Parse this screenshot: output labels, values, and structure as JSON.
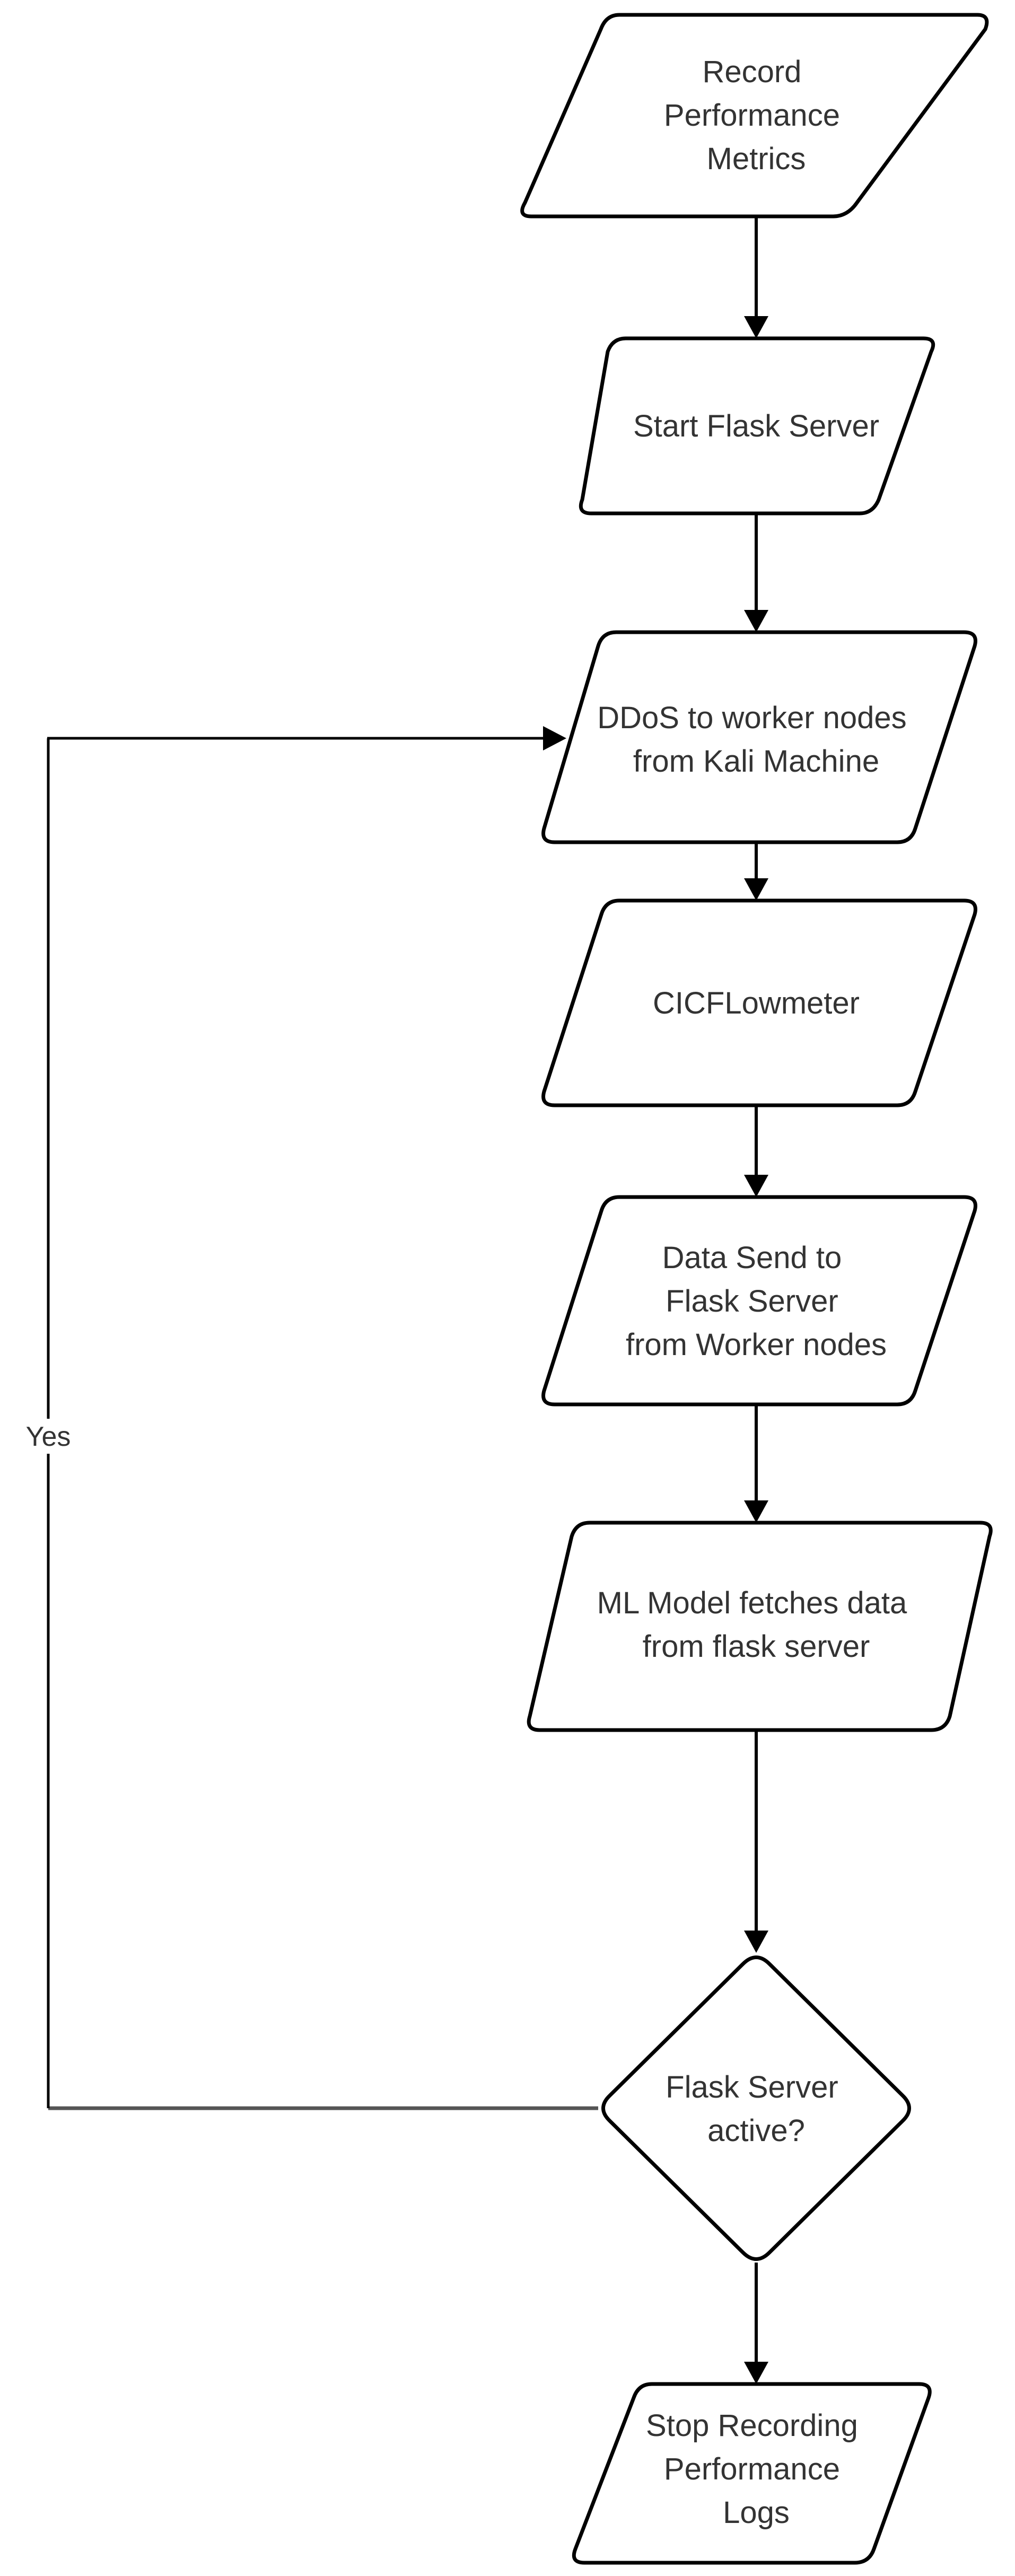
{
  "nodes": [
    {
      "id": "record-performance-metrics",
      "shape": "parallelogram",
      "label_lines": [
        "Record",
        "Performance",
        "Metrics"
      ]
    },
    {
      "id": "start-flask-server",
      "shape": "parallelogram",
      "label_lines": [
        "Start Flask Server"
      ]
    },
    {
      "id": "ddos-to-worker-nodes",
      "shape": "parallelogram",
      "label_lines": [
        "DDoS to worker nodes",
        "from Kali Machine"
      ]
    },
    {
      "id": "cicflowmeter",
      "shape": "parallelogram",
      "label_lines": [
        "CICFLowmeter"
      ]
    },
    {
      "id": "data-send-to-flask-server",
      "shape": "parallelogram",
      "label_lines": [
        "Data Send to",
        "Flask Server",
        "from Worker nodes"
      ]
    },
    {
      "id": "ml-model-fetches-data",
      "shape": "parallelogram",
      "label_lines": [
        "ML Model fetches data",
        "from flask server"
      ]
    },
    {
      "id": "flask-server-active",
      "shape": "diamond",
      "label_lines": [
        "Flask Server",
        "active?"
      ]
    },
    {
      "id": "stop-recording-performance-logs",
      "shape": "parallelogram",
      "label_lines": [
        "Stop Recording",
        "Performance",
        "Logs"
      ]
    }
  ],
  "edges": [
    {
      "from": "record-performance-metrics",
      "to": "start-flask-server",
      "label": ""
    },
    {
      "from": "start-flask-server",
      "to": "ddos-to-worker-nodes",
      "label": ""
    },
    {
      "from": "ddos-to-worker-nodes",
      "to": "cicflowmeter",
      "label": ""
    },
    {
      "from": "cicflowmeter",
      "to": "data-send-to-flask-server",
      "label": ""
    },
    {
      "from": "data-send-to-flask-server",
      "to": "ml-model-fetches-data",
      "label": ""
    },
    {
      "from": "ml-model-fetches-data",
      "to": "flask-server-active",
      "label": ""
    },
    {
      "from": "flask-server-active",
      "to": "stop-recording-performance-logs",
      "label": ""
    },
    {
      "from": "flask-server-active",
      "to": "ddos-to-worker-nodes",
      "label": "Yes"
    }
  ],
  "colors": {
    "stroke": "#000000",
    "text": "#333333",
    "fill": "#ffffff"
  }
}
